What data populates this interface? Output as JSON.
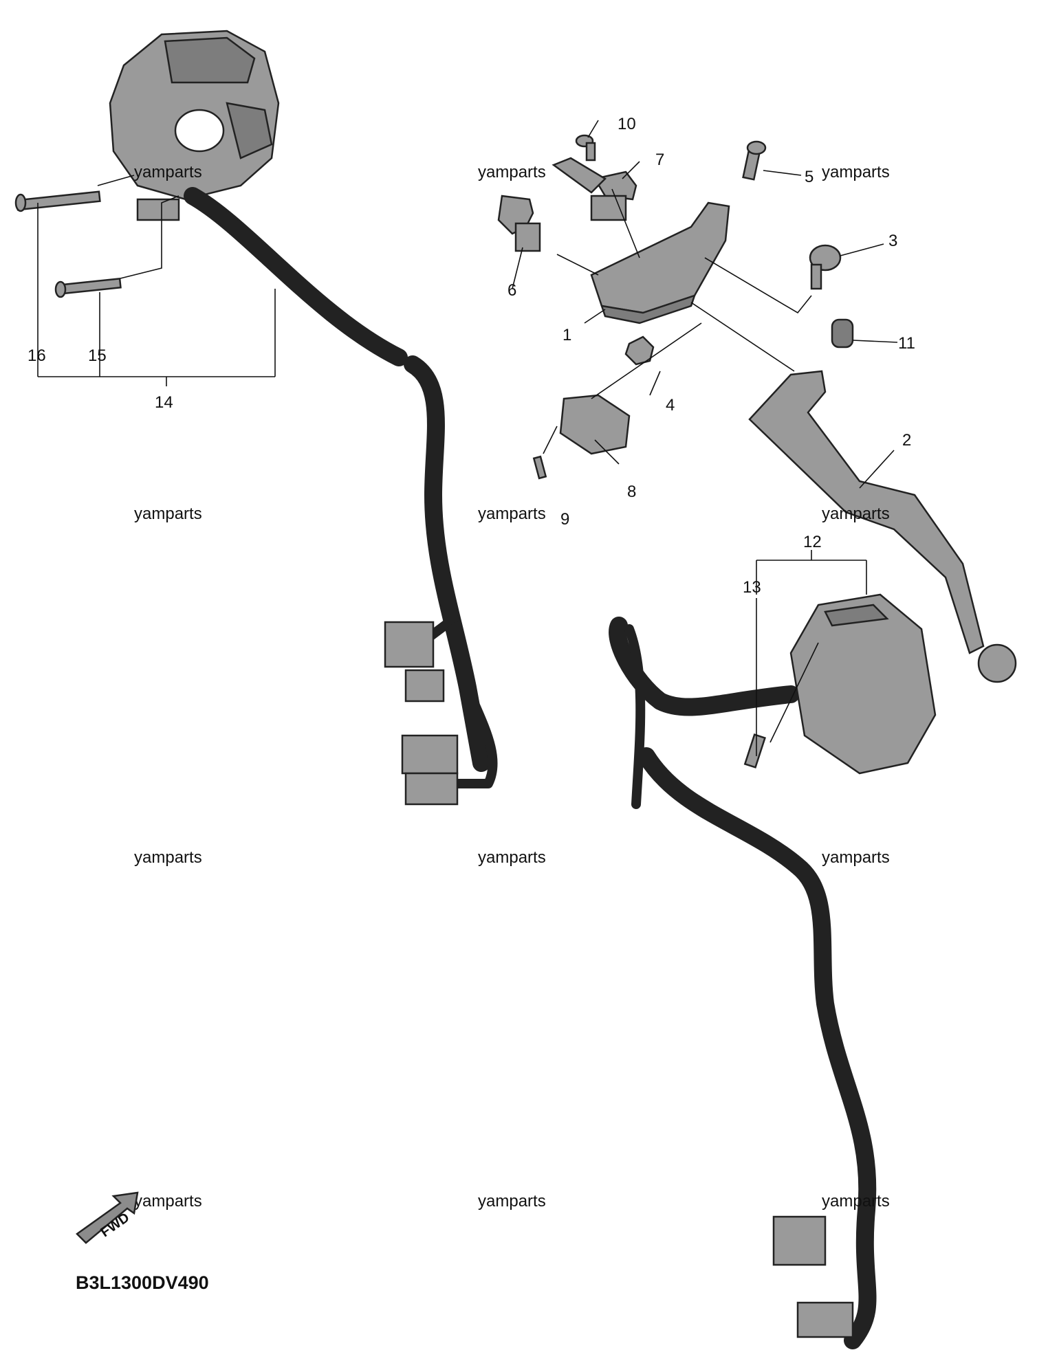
{
  "diagram": {
    "code": "B3L1300DV490",
    "fwd_label": "FWD",
    "watermark": "yamparts",
    "callouts": [
      "1",
      "2",
      "3",
      "4",
      "5",
      "6",
      "7",
      "8",
      "9",
      "10",
      "11",
      "12",
      "13",
      "14",
      "15",
      "16"
    ]
  }
}
